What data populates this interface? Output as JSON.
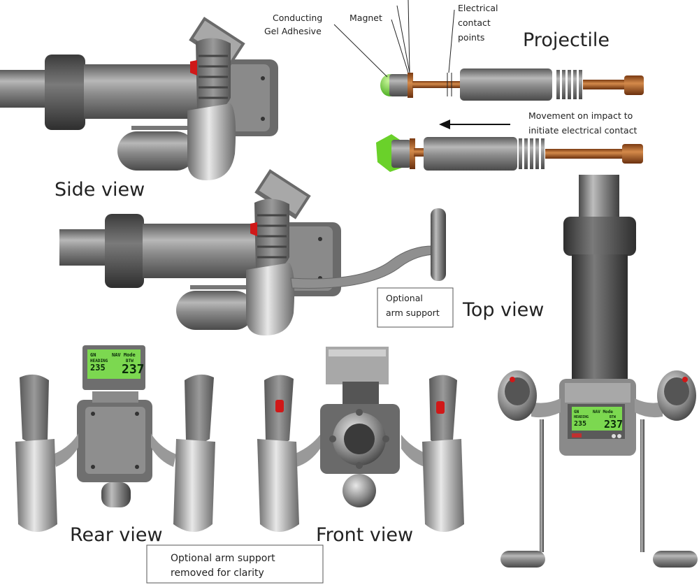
{
  "labels": {
    "conducting_gel": [
      "Conducting",
      "Gel Adhesive"
    ],
    "magnet": "Magnet",
    "electrical_contacts": [
      "Electrical",
      "contact",
      "points"
    ],
    "projectile": "Projectile",
    "movement": [
      "Movement on impact to",
      "initiate electrical contact"
    ],
    "side_view": "Side view",
    "top_view": "Top view",
    "optional_arm_support": [
      "Optional",
      "arm support"
    ],
    "rear_view": "Rear view",
    "front_view": "Front view",
    "removed_note": [
      "Optional arm support",
      "removed for clarity"
    ]
  },
  "display": {
    "top_left": "GN",
    "top_right": "NAV Mode",
    "label_left": "HEADING",
    "label_right": "BTW",
    "value_left": "235",
    "value_right": "237"
  },
  "colors": {
    "gel": "#6ad12a",
    "copper": "#b5652a",
    "body_gray": "#8a8a8a",
    "dark_gray": "#555555",
    "trigger_red": "#d01818",
    "lcd_green": "#7cd850"
  }
}
